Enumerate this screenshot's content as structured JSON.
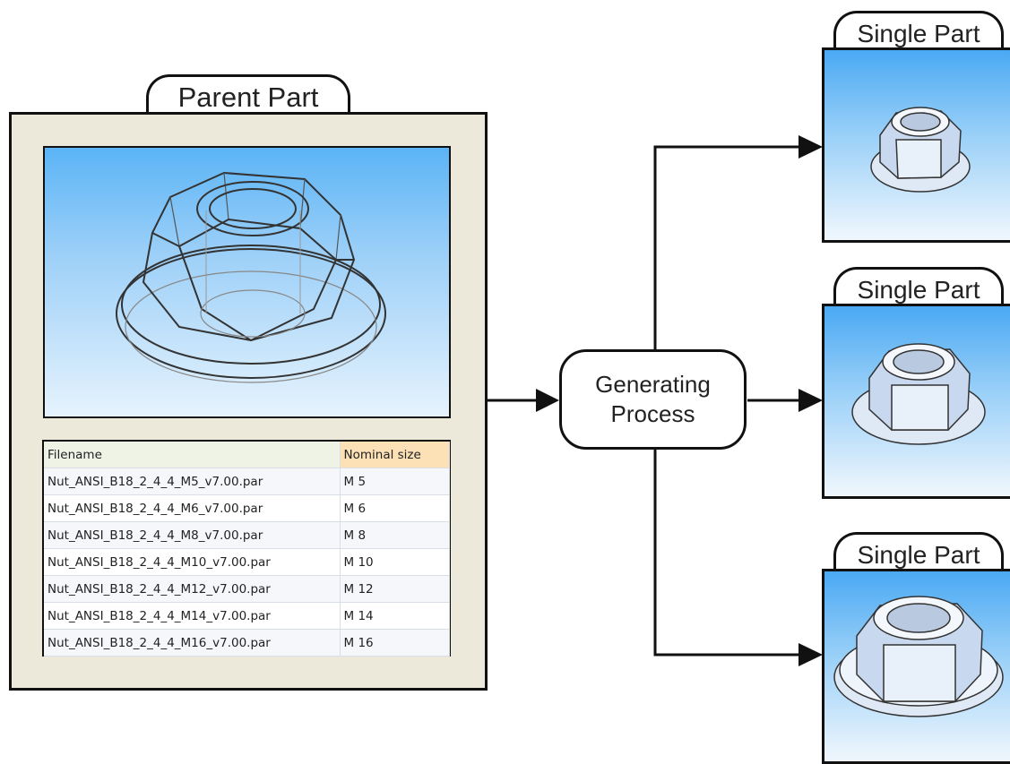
{
  "parent": {
    "tab_label": "Parent Part",
    "table": {
      "headers": [
        "Filename",
        "Nominal size"
      ],
      "rows": [
        [
          "Nut_ANSI_B18_2_4_4_M5_v7.00.par",
          "M 5"
        ],
        [
          "Nut_ANSI_B18_2_4_4_M6_v7.00.par",
          "M 6"
        ],
        [
          "Nut_ANSI_B18_2_4_4_M8_v7.00.par",
          "M 8"
        ],
        [
          "Nut_ANSI_B18_2_4_4_M10_v7.00.par",
          "M 10"
        ],
        [
          "Nut_ANSI_B18_2_4_4_M12_v7.00.par",
          "M 12"
        ],
        [
          "Nut_ANSI_B18_2_4_4_M14_v7.00.par",
          "M 14"
        ],
        [
          "Nut_ANSI_B18_2_4_4_M16_v7.00.par",
          "M 16"
        ]
      ]
    }
  },
  "process": {
    "line1": "Generating",
    "line2": "Process"
  },
  "outputs": [
    {
      "tab_label": "Single Part"
    },
    {
      "tab_label": "Single Part"
    },
    {
      "tab_label": "Single Part"
    }
  ],
  "colors": {
    "frame": "#ece8da",
    "sky_top": "#5bb4f6",
    "sky_bottom": "#e6f3fd",
    "selected_header": "#fbe1b5"
  }
}
